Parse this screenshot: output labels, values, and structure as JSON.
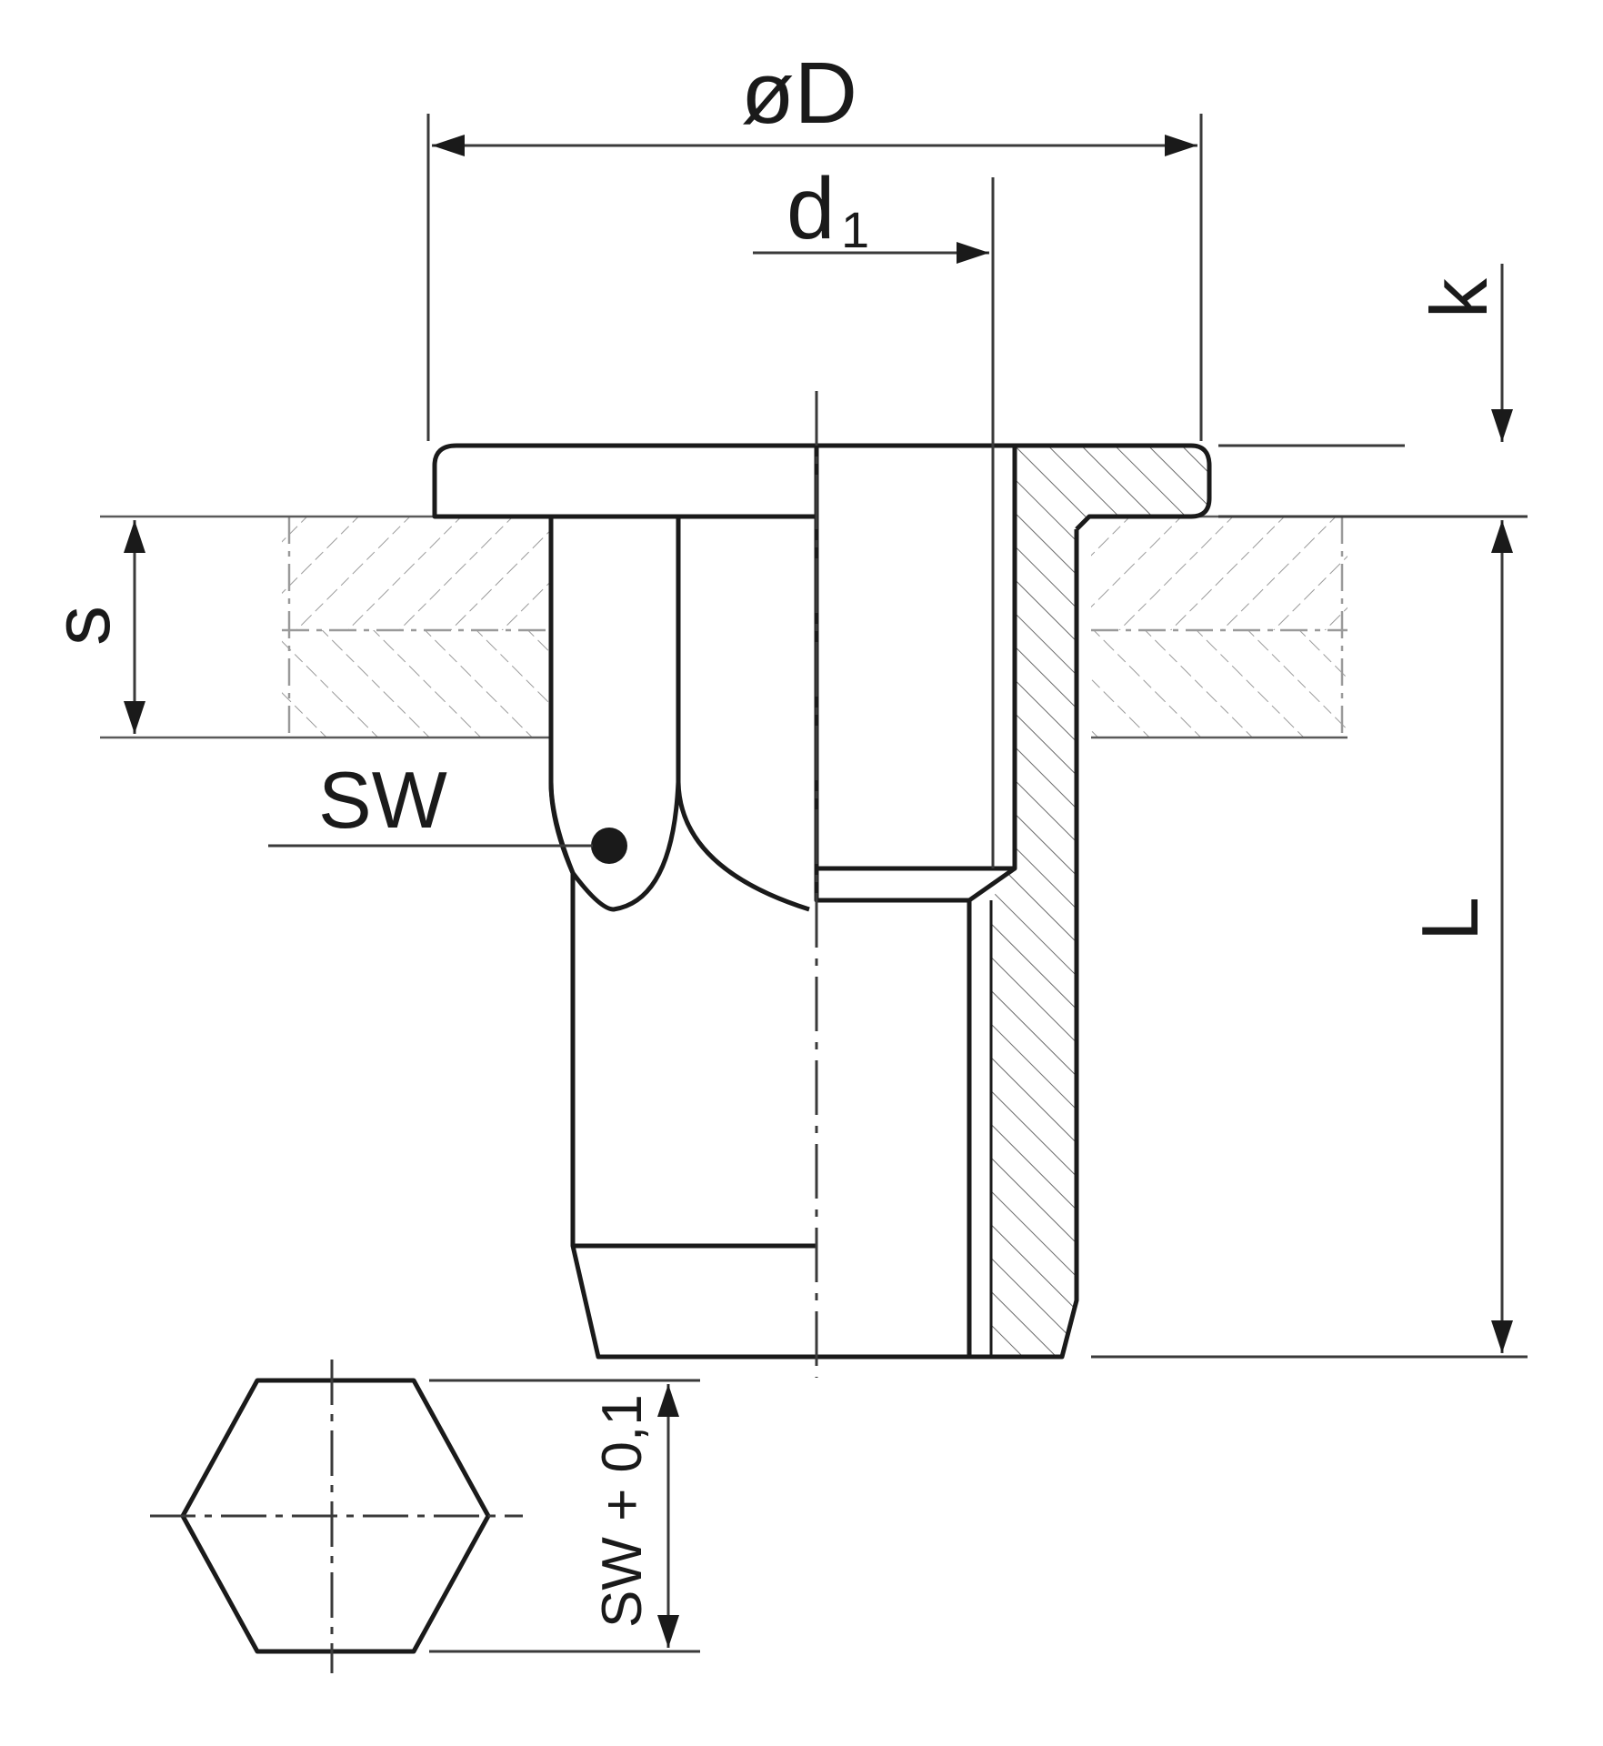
{
  "labels": {
    "diameter_D": "øD",
    "d1_main": "d",
    "d1_sub": "1",
    "k": "k",
    "s": "s",
    "sw": "SW",
    "L": "L",
    "sw_tolerance": "SW + 0,1"
  },
  "colors": {
    "line": "#1a1a1a",
    "thin": "#3a3a3a",
    "hatch": "#6a6a6a",
    "sheet_hatch": "#9a9a9a",
    "background": "#ffffff"
  }
}
